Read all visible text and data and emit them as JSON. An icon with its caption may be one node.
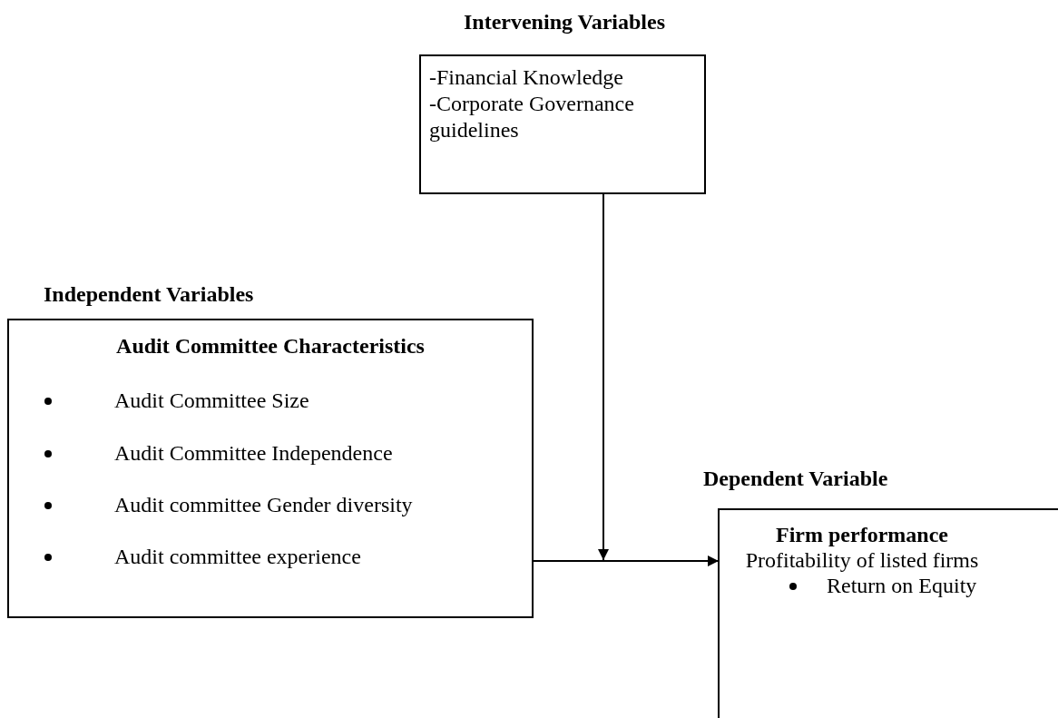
{
  "diagram": {
    "nodes": [
      {
        "text": [
          "Intervening Variables",
          "-Financial Knowledge",
          "-Corporate Governance guidelines"
        ]
      },
      {
        "text": [
          "Independent Variables",
          "Audit Committee Characteristics",
          "Audit Committee Size",
          "Audit Committee Independence",
          "Audit committee Gender diversity",
          "Audit committee experience"
        ]
      },
      {
        "text": [
          "Dependent Variable",
          "Firm performance",
          "Profitability of listed firms",
          "Return on Equity"
        ]
      }
    ],
    "edges": [
      {
        "from": 0,
        "to": null,
        "arrow": "to"
      },
      {
        "from": 1,
        "to": 2,
        "arrow": "to"
      }
    ]
  }
}
